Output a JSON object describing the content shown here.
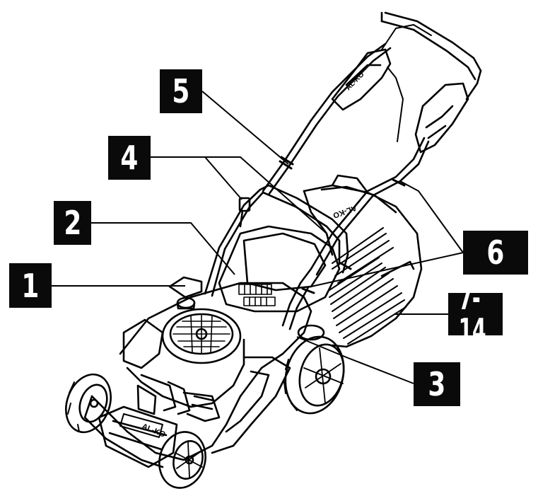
{
  "brand_mark": "AL-KO",
  "colors": {
    "ink": "#0a0a0a",
    "paper": "#ffffff"
  },
  "callouts": [
    {
      "id": "1",
      "label": "1"
    },
    {
      "id": "2",
      "label": "2"
    },
    {
      "id": "3",
      "label": "3"
    },
    {
      "id": "4",
      "label": "4"
    },
    {
      "id": "5",
      "label": "5"
    },
    {
      "id": "6",
      "label": "6"
    },
    {
      "id": "7-14",
      "label": "7-14"
    }
  ]
}
